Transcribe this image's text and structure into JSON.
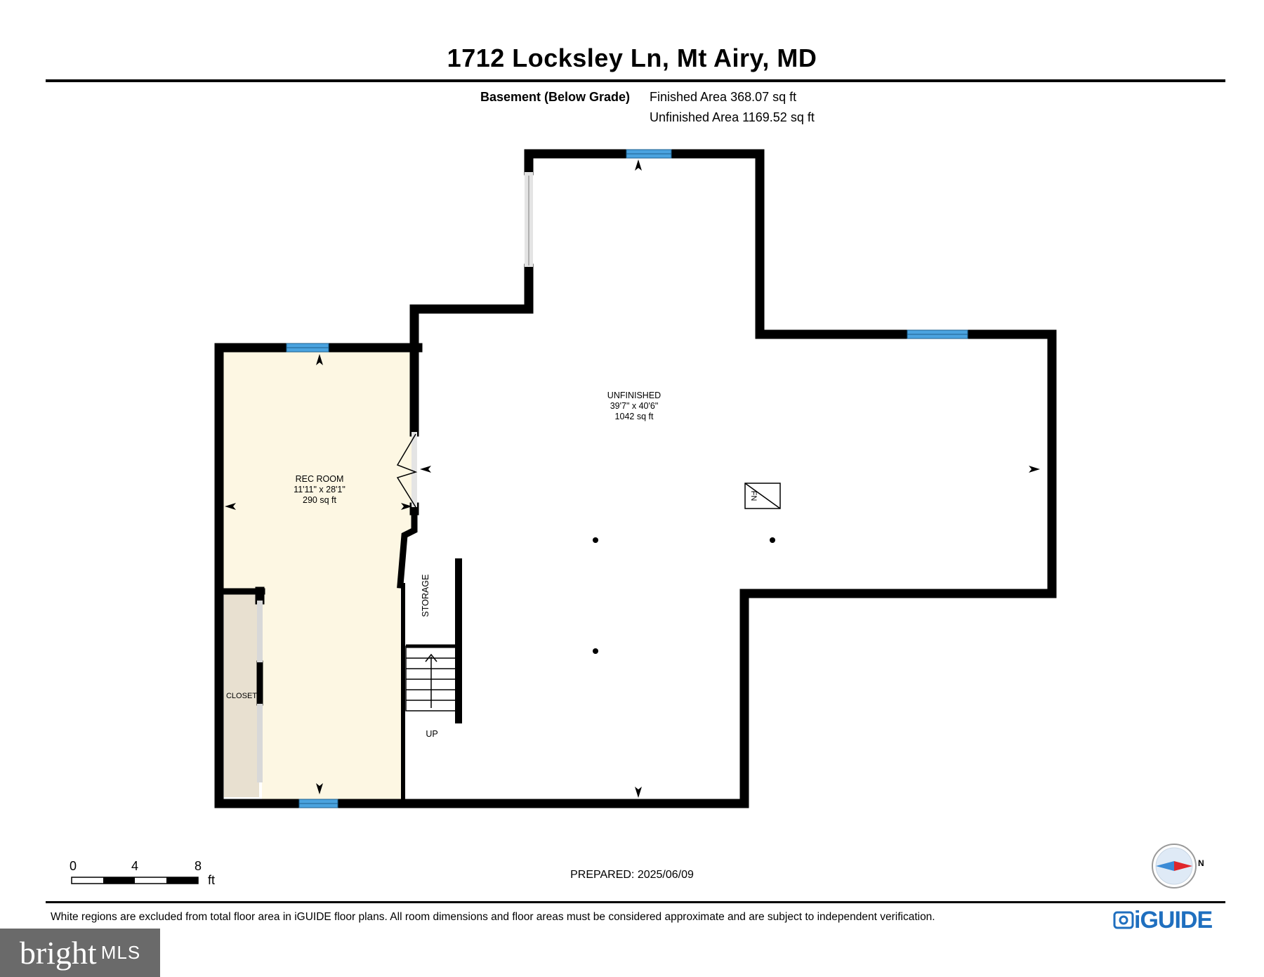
{
  "header": {
    "title": "1712 Locksley Ln, Mt Airy, MD"
  },
  "summary": {
    "level_label": "Basement (Below Grade)",
    "finished": "Finished Area 368.07 sq ft",
    "unfinished": "Unfinished Area 1169.52 sq ft"
  },
  "rooms": {
    "unfinished": {
      "name": "UNFINISHED",
      "dims": "39'7\" x 40'6\"",
      "area": "1042 sq ft"
    },
    "rec_room": {
      "name": "REC ROOM",
      "dims": "11'11\" x 28'1\"",
      "area": "290 sq ft"
    },
    "storage": {
      "name": "STORAGE"
    },
    "closet": {
      "name": "CLOSET"
    },
    "stairs": {
      "label": "UP"
    },
    "furnace": {
      "label": "FN"
    }
  },
  "scale": {
    "tick_0": "0",
    "tick_4": "4",
    "tick_8": "8",
    "unit": "ft"
  },
  "compass": {
    "label": "N"
  },
  "footer": {
    "prepared": "PREPARED: 2025/06/09",
    "disclaimer": "White regions are excluded from total floor area in iGUIDE floor plans. All room dimensions and floor areas must be considered approximate and are subject to independent verification.",
    "brand": "iGUIDE"
  },
  "watermark": {
    "word": "bright",
    "suffix": "MLS"
  },
  "colors": {
    "wall": "#000000",
    "rec_room_fill": "#fdf7e3",
    "closet_fill": "#e8e0d0",
    "window": "#4aa3df",
    "brand_blue": "#1f6fbf",
    "compass_red": "#e0262b"
  }
}
